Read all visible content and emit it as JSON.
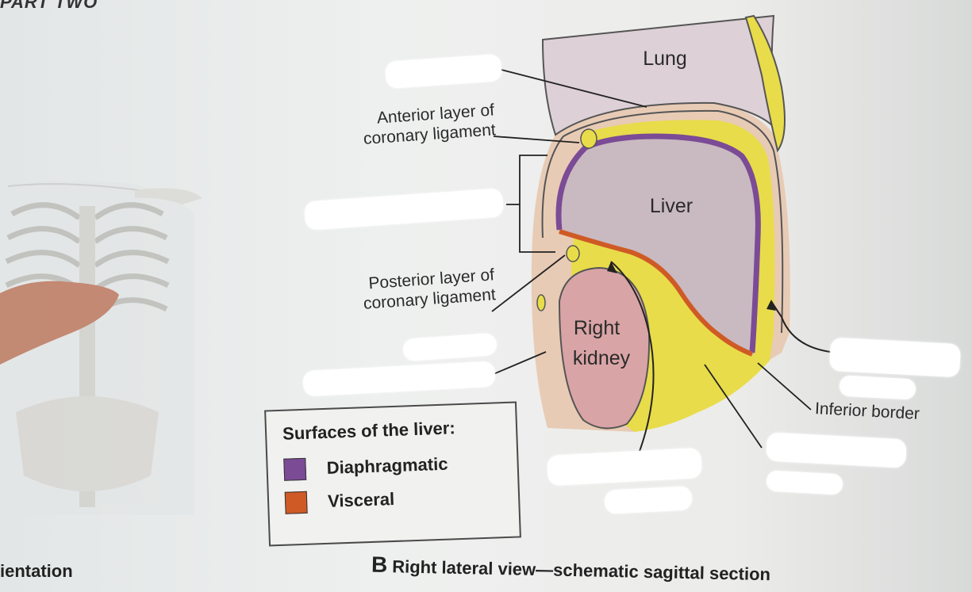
{
  "page": {
    "corner_text": "PART TWO",
    "orientation_fragment": "ientation",
    "caption_letter": "B",
    "caption_text": "Right lateral view—schematic sagittal section"
  },
  "organs": {
    "lung": "Lung",
    "liver": "Liver",
    "right_kidney_line1": "Right",
    "right_kidney_line2": "kidney"
  },
  "labels": {
    "anterior_layer_line1": "Anterior layer of",
    "anterior_layer_line2": "coronary ligament",
    "posterior_layer_line1": "Posterior layer of",
    "posterior_layer_line2": "coronary ligament",
    "inferior_border": "Inferior border"
  },
  "legend": {
    "title": "Surfaces of the liver:",
    "items": [
      {
        "label": "Diaphragmatic",
        "color": "#7b4b96"
      },
      {
        "label": "Visceral",
        "color": "#cf5a25"
      }
    ]
  },
  "colors": {
    "peritoneum_yellow": "#e8dc4a",
    "liver_fill": "#c9b9c1",
    "kidney_fill": "#d9a4a6",
    "lung_fill": "#ddd0d6",
    "body_wall": "#e8cbb5",
    "thumbnail_liver": "#b86a4d"
  }
}
